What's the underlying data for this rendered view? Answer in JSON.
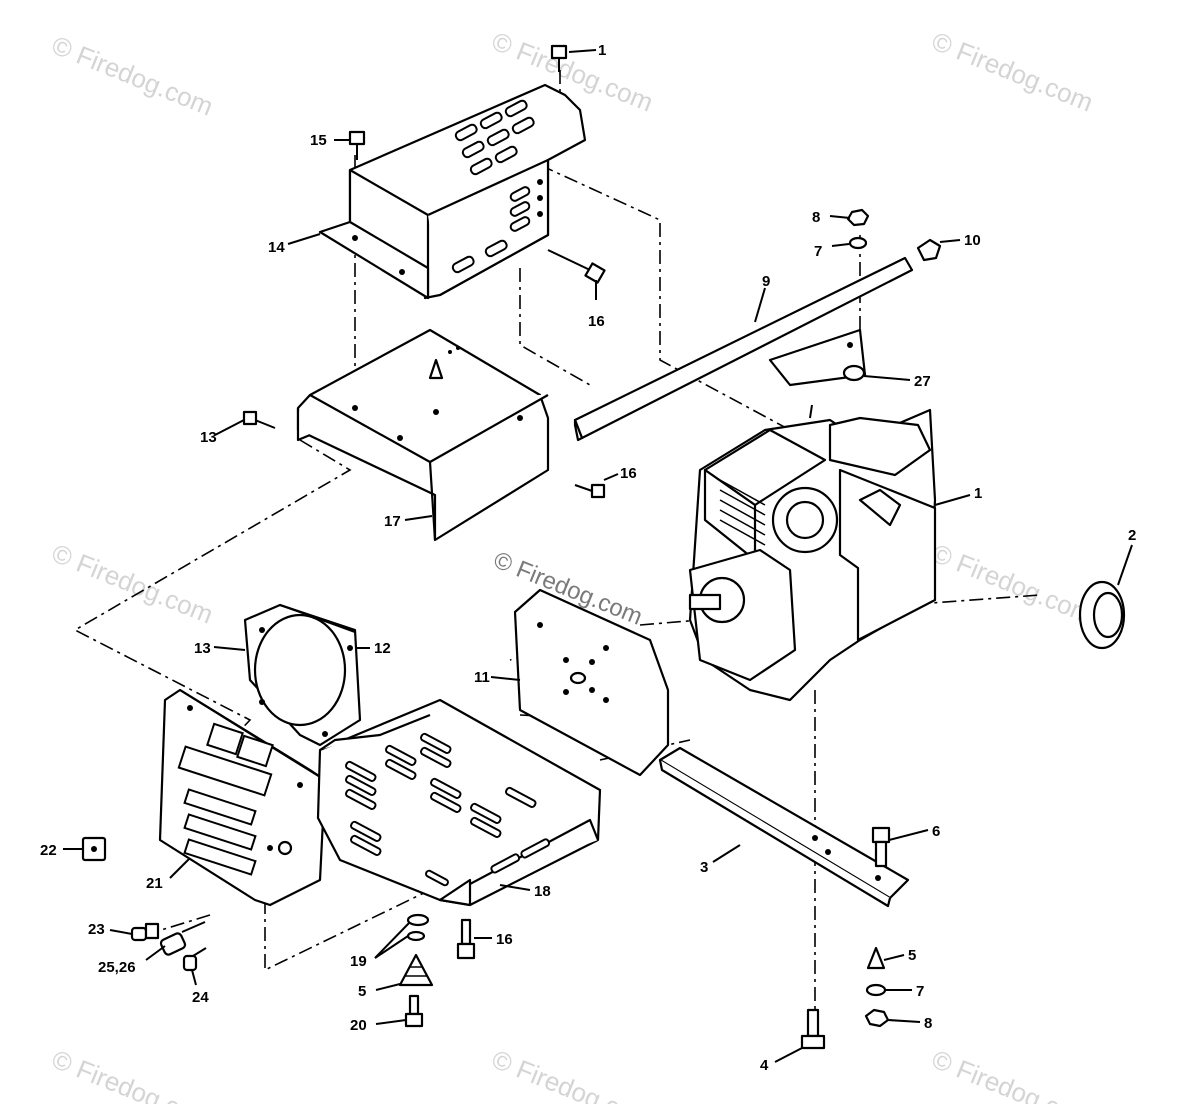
{
  "watermark": {
    "text": "© Firedog.com",
    "center_text": "© Firedog.com"
  },
  "callouts": {
    "c1_top": "1",
    "c15": "15",
    "c14": "14",
    "c16_a": "16",
    "c8_top": "8",
    "c7_top": "7",
    "c10": "10",
    "c9": "9",
    "c27": "27",
    "c13_screw": "13",
    "c17": "17",
    "c16_b": "16",
    "c1_engine": "1",
    "c2": "2",
    "c13": "13",
    "c12": "12",
    "c11": "11",
    "c22": "22",
    "c21": "21",
    "c18": "18",
    "c3": "3",
    "c6": "6",
    "c23": "23",
    "c25_26": "25,26",
    "c24": "24",
    "c19": "19",
    "c16_c": "16",
    "c5_left": "5",
    "c20": "20",
    "c5_right": "5",
    "c7_bottom": "7",
    "c8_bottom": "8",
    "c4": "4"
  },
  "parts": {
    "top_cover": "cover",
    "muffler_shield": "shield",
    "rail_top": "rail",
    "engine": "engine",
    "flange": "flange",
    "fan_shroud": "shroud",
    "end_plate": "plate",
    "control_panel": "panel",
    "base_pan": "base",
    "rail_bottom": "rail"
  }
}
